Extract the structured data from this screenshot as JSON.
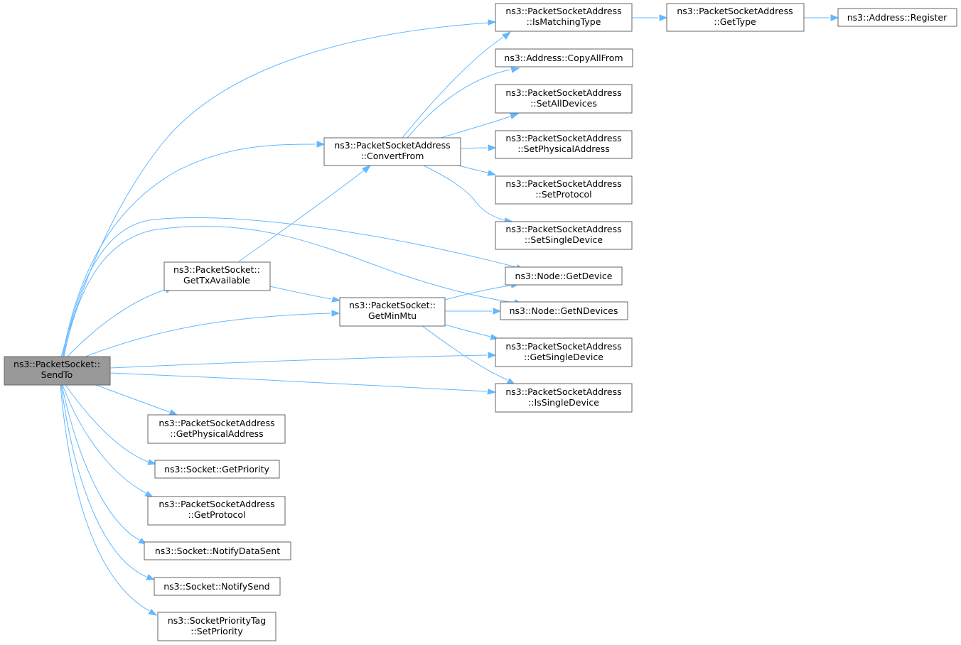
{
  "nodes": [
    {
      "id": "sendto",
      "lines": [
        "ns3::PacketSocket::",
        "SendTo"
      ],
      "root": true
    },
    {
      "id": "gettxavailable",
      "lines": [
        "ns3::PacketSocket::",
        "GetTxAvailable"
      ]
    },
    {
      "id": "getminmtu",
      "lines": [
        "ns3::PacketSocket::",
        "GetMinMtu"
      ]
    },
    {
      "id": "convertfrom",
      "lines": [
        "ns3::PacketSocketAddress",
        "::ConvertFrom"
      ]
    },
    {
      "id": "ismatchingtype",
      "lines": [
        "ns3::PacketSocketAddress",
        "::IsMatchingType"
      ]
    },
    {
      "id": "gettype",
      "lines": [
        "ns3::PacketSocketAddress",
        "::GetType"
      ]
    },
    {
      "id": "register",
      "lines": [
        "ns3::Address::Register"
      ]
    },
    {
      "id": "copyallfrom",
      "lines": [
        "ns3::Address::CopyAllFrom"
      ]
    },
    {
      "id": "setalldevices",
      "lines": [
        "ns3::PacketSocketAddress",
        "::SetAllDevices"
      ]
    },
    {
      "id": "setphysicaladdress",
      "lines": [
        "ns3::PacketSocketAddress",
        "::SetPhysicalAddress"
      ]
    },
    {
      "id": "setprotocol",
      "lines": [
        "ns3::PacketSocketAddress",
        "::SetProtocol"
      ]
    },
    {
      "id": "setsingledevice",
      "lines": [
        "ns3::PacketSocketAddress",
        "::SetSingleDevice"
      ]
    },
    {
      "id": "getdevice",
      "lines": [
        "ns3::Node::GetDevice"
      ]
    },
    {
      "id": "getndevices",
      "lines": [
        "ns3::Node::GetNDevices"
      ]
    },
    {
      "id": "getsingledevice",
      "lines": [
        "ns3::PacketSocketAddress",
        "::GetSingleDevice"
      ]
    },
    {
      "id": "issingledevice",
      "lines": [
        "ns3::PacketSocketAddress",
        "::IsSingleDevice"
      ]
    },
    {
      "id": "getphysicaladdress",
      "lines": [
        "ns3::PacketSocketAddress",
        "::GetPhysicalAddress"
      ]
    },
    {
      "id": "getpriority",
      "lines": [
        "ns3::Socket::GetPriority"
      ]
    },
    {
      "id": "getprotocol",
      "lines": [
        "ns3::PacketSocketAddress",
        "::GetProtocol"
      ]
    },
    {
      "id": "notifydatasent",
      "lines": [
        "ns3::Socket::NotifyDataSent"
      ]
    },
    {
      "id": "notifysend",
      "lines": [
        "ns3::Socket::NotifySend"
      ]
    },
    {
      "id": "setpriority",
      "lines": [
        "ns3::SocketPriorityTag",
        "::SetPriority"
      ]
    }
  ],
  "edges": [
    {
      "from": "sendto",
      "to": "ismatchingtype"
    },
    {
      "from": "sendto",
      "to": "convertfrom"
    },
    {
      "from": "sendto",
      "to": "getdevice"
    },
    {
      "from": "sendto",
      "to": "getndevices"
    },
    {
      "from": "sendto",
      "to": "gettxavailable"
    },
    {
      "from": "sendto",
      "to": "getminmtu"
    },
    {
      "from": "sendto",
      "to": "getsingledevice"
    },
    {
      "from": "sendto",
      "to": "issingledevice"
    },
    {
      "from": "sendto",
      "to": "getphysicaladdress"
    },
    {
      "from": "sendto",
      "to": "getpriority"
    },
    {
      "from": "sendto",
      "to": "getprotocol"
    },
    {
      "from": "sendto",
      "to": "notifydatasent"
    },
    {
      "from": "sendto",
      "to": "notifysend"
    },
    {
      "from": "sendto",
      "to": "setpriority"
    },
    {
      "from": "convertfrom",
      "to": "ismatchingtype"
    },
    {
      "from": "convertfrom",
      "to": "copyallfrom"
    },
    {
      "from": "convertfrom",
      "to": "setalldevices"
    },
    {
      "from": "convertfrom",
      "to": "setphysicaladdress"
    },
    {
      "from": "convertfrom",
      "to": "setprotocol"
    },
    {
      "from": "convertfrom",
      "to": "setsingledevice"
    },
    {
      "from": "ismatchingtype",
      "to": "gettype"
    },
    {
      "from": "gettype",
      "to": "register"
    },
    {
      "from": "gettxavailable",
      "to": "convertfrom"
    },
    {
      "from": "gettxavailable",
      "to": "getminmtu"
    },
    {
      "from": "getminmtu",
      "to": "getdevice"
    },
    {
      "from": "getminmtu",
      "to": "getndevices"
    },
    {
      "from": "getminmtu",
      "to": "getsingledevice"
    },
    {
      "from": "getminmtu",
      "to": "issingledevice"
    }
  ],
  "colors": {
    "edge": "#63b8ff",
    "node_border": "#666666",
    "node_fill": "#ffffff",
    "root_fill": "#999999"
  }
}
